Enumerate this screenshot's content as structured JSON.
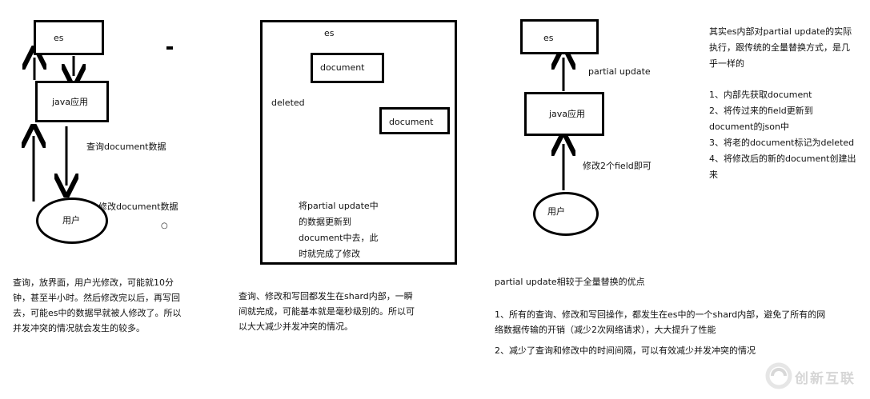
{
  "panel1": {
    "es_label": "es",
    "app_label": "java应用",
    "query_label": "查询document数据",
    "modify_label": "修改document数据",
    "user_label": "用户",
    "note": "查询，放界面，用户光修改，可能就10分钟，甚至半小时。然后修改完以后，再写回去，可能es中的数据早就被人修改了。所以并发冲突的情况就会发生的较多。"
  },
  "panel2": {
    "es_label": "es",
    "doc_old_label": "document",
    "deleted_label": "deleted",
    "doc_new_label": "document",
    "update_text": "将partial update中的数据更新到document中去，此时就完成了修改",
    "note": "查询、修改和写回都发生在shard内部，一瞬间就完成，可能基本就是毫秒级别的。所以可以大大减少并发冲突的情况。"
  },
  "panel3": {
    "es_label": "es",
    "partial_update_label": "partial update",
    "app_label": "java应用",
    "modify_fields_label": "修改2个field即可",
    "user_label": "用户",
    "advantages_title": "partial update相较于全量替换的优点",
    "advantage_1": "1、所有的查询、修改和写回操作，都发生在es中的一个shard内部，避免了所有的网络数据传输的开销（减少2次网络请求），大大提升了性能",
    "advantage_2": "2、减少了查询和修改中的时间间隔，可以有效减少并发冲突的情况"
  },
  "side_notes": {
    "intro": "其实es内部对partial update的实际执行，跟传统的全量替换方式，是几乎一样的",
    "step_1": "1、内部先获取document",
    "step_2": "2、将传过来的field更新到document的json中",
    "step_3": "3、将老的document标记为deleted",
    "step_4": "4、将修改后的新的document创建出来"
  },
  "watermark": {
    "text": "创新互联"
  }
}
